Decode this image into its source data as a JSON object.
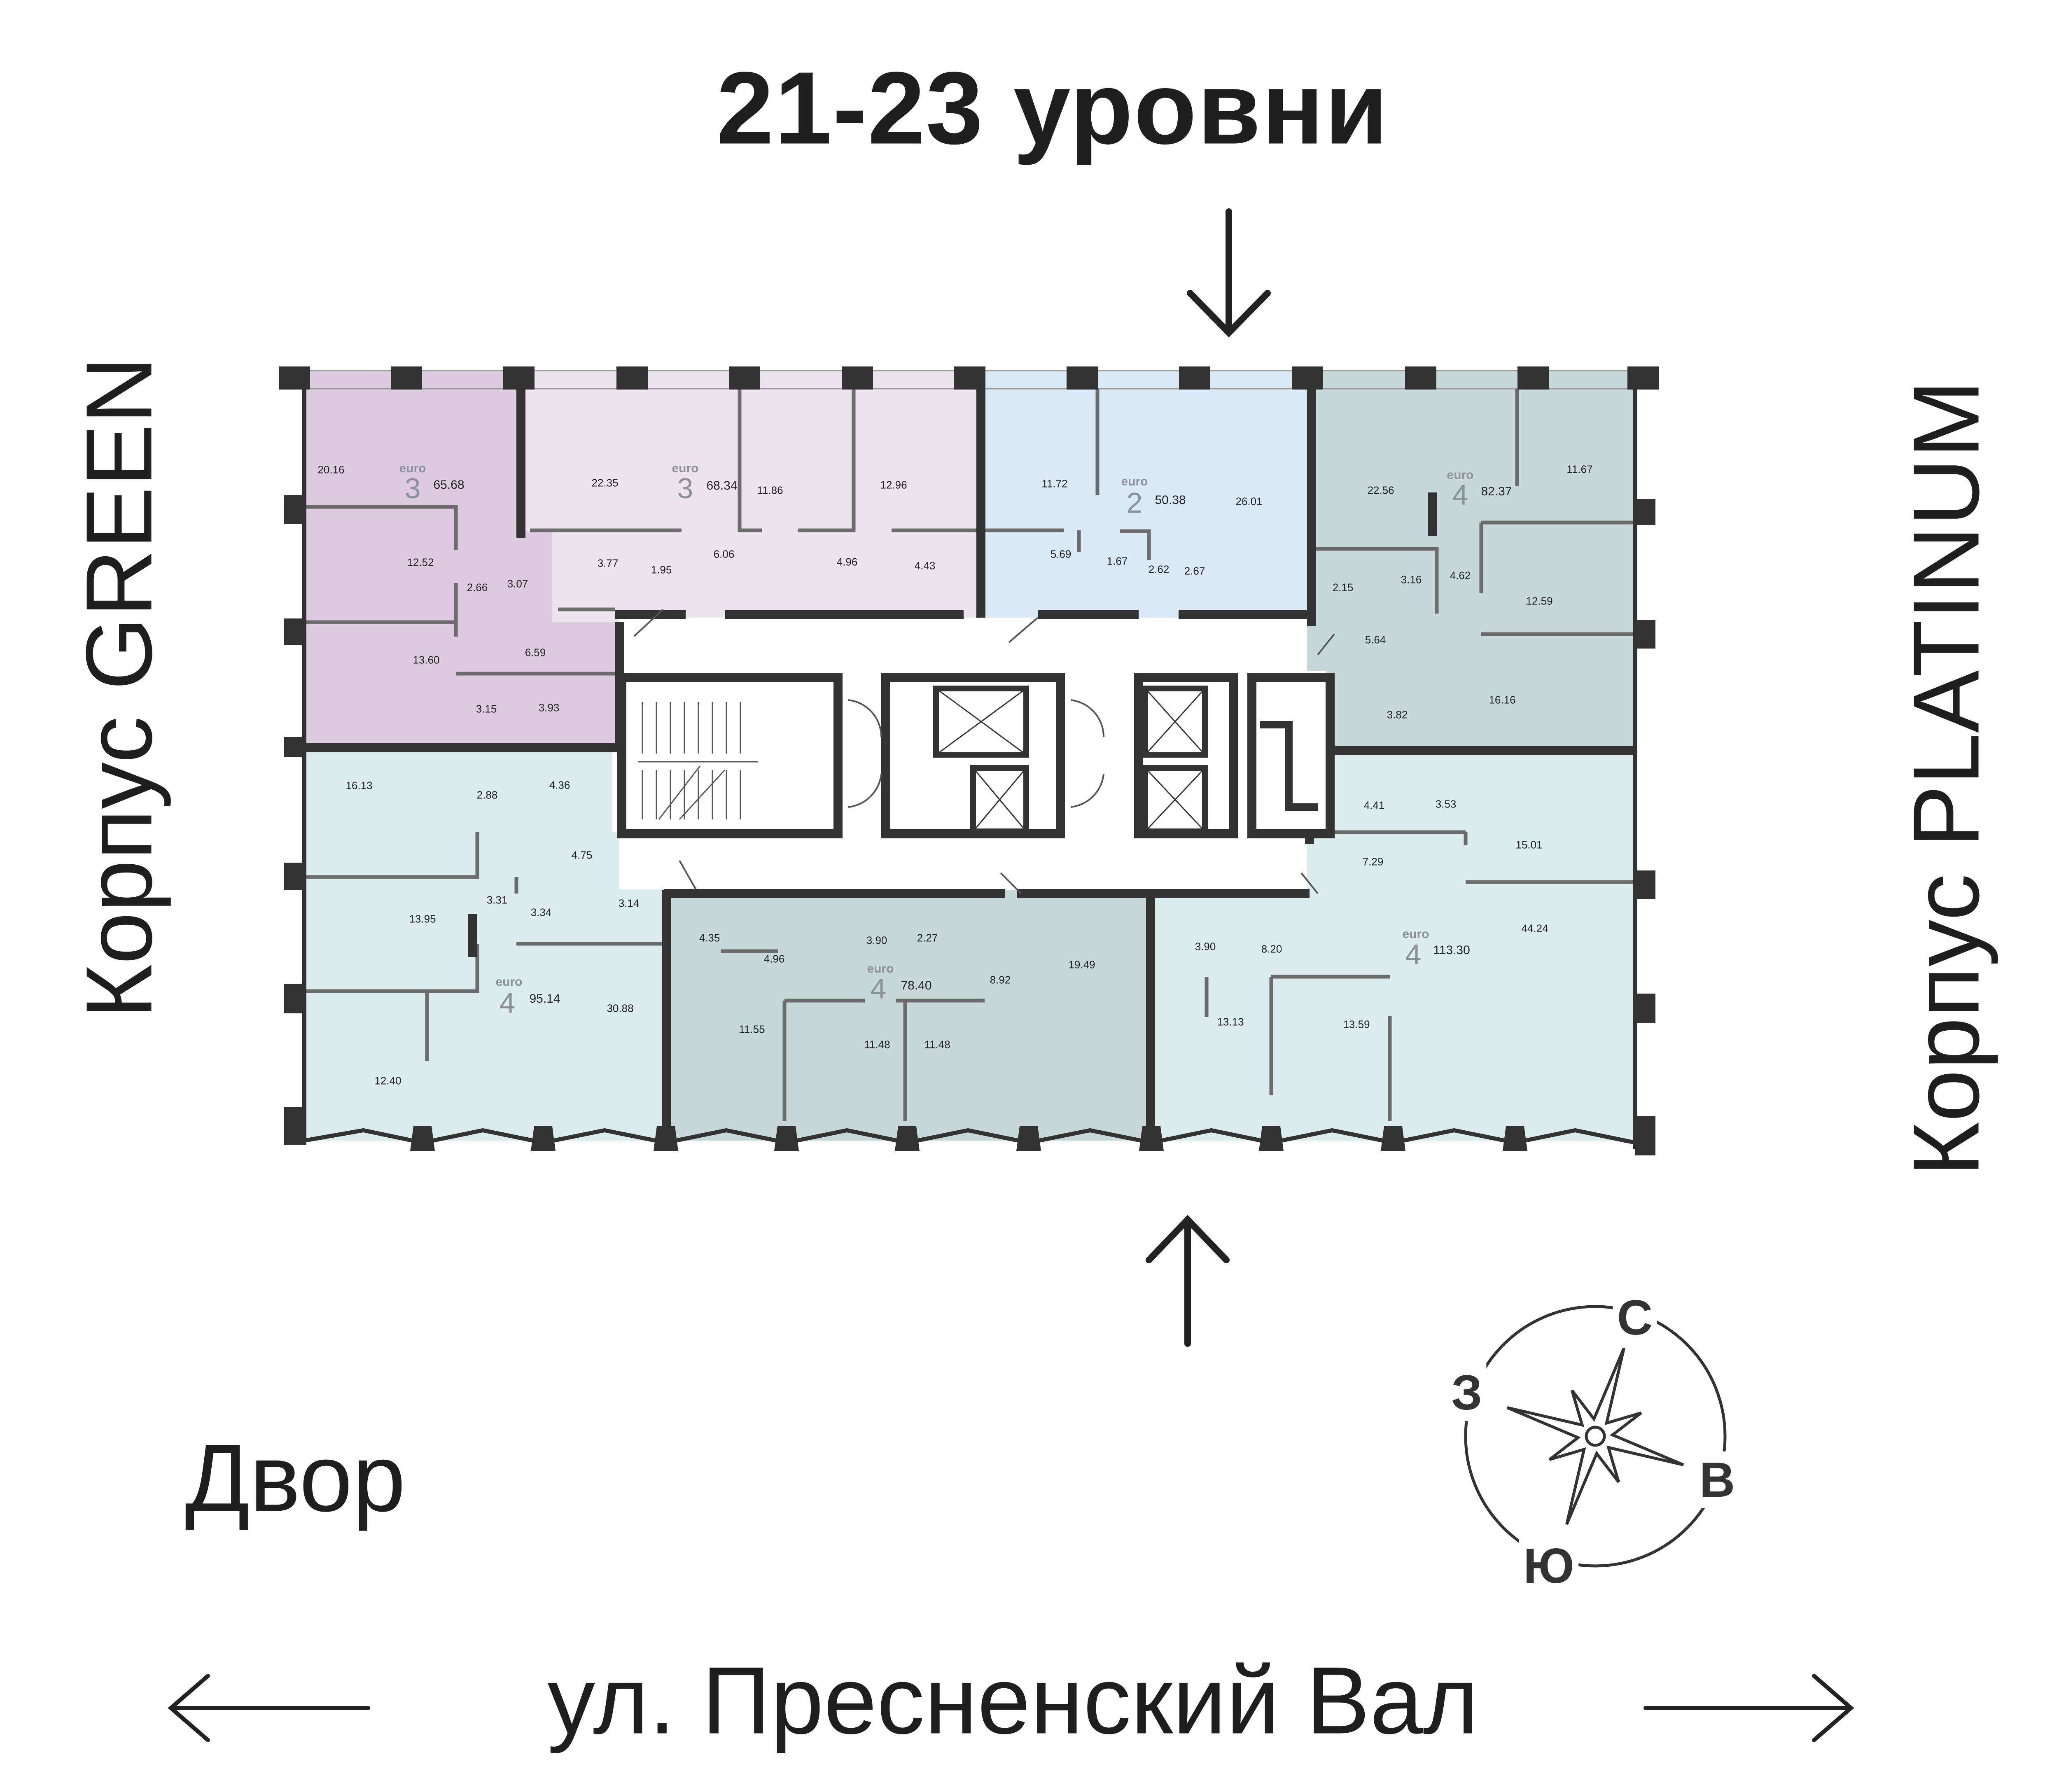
{
  "title": "21-23 уровни",
  "building_left": "Корпус GREEN",
  "building_right": "Корпус PLATINUM",
  "courtyard": "Двор",
  "street": "ул. Пресненский Вал",
  "compass": {
    "north": "С",
    "west": "З",
    "east": "В",
    "south": "Ю"
  },
  "apartments": [
    {
      "type": "euro",
      "rooms": "3",
      "total": "65.68",
      "color": "#dccbdf",
      "areas": [
        "20.16",
        "12.52",
        "2.66",
        "3.07",
        "13.60",
        "6.59",
        "3.15",
        "3.93"
      ]
    },
    {
      "type": "euro",
      "rooms": "3",
      "total": "68.34",
      "color": "#ede3ee",
      "areas": [
        "22.35",
        "11.86",
        "12.96",
        "3.77",
        "1.95",
        "6.06",
        "4.96",
        "4.43"
      ]
    },
    {
      "type": "euro",
      "rooms": "2",
      "total": "50.38",
      "color": "#d8e8f5",
      "areas": [
        "11.72",
        "26.01",
        "5.69",
        "1.67",
        "2.62",
        "2.67"
      ]
    },
    {
      "type": "euro",
      "rooms": "4",
      "total": "82.37",
      "color": "#c6d9d8",
      "areas": [
        "22.56",
        "11.67",
        "2.15",
        "3.16",
        "4.62",
        "12.59",
        "5.64",
        "16.16",
        "3.82"
      ]
    },
    {
      "type": "euro",
      "rooms": "4",
      "total": "113.30",
      "color": "#daeceb",
      "areas": [
        "4.41",
        "3.53",
        "15.01",
        "7.29",
        "44.24",
        "3.90",
        "8.20",
        "13.13",
        "13.59"
      ]
    },
    {
      "type": "euro",
      "rooms": "4",
      "total": "95.14",
      "color": "#daeceb",
      "areas": [
        "16.13",
        "2.88",
        "4.36",
        "4.75",
        "3.31",
        "3.34",
        "3.14",
        "13.95",
        "30.88",
        "12.40"
      ]
    },
    {
      "type": "euro",
      "rooms": "4",
      "total": "78.40",
      "color": "#c6d9d8",
      "areas": [
        "4.35",
        "4.96",
        "3.90",
        "2.27",
        "11.55",
        "11.48",
        "11.48",
        "8.92",
        "19.49"
      ]
    }
  ],
  "colors": {
    "wall": "#333333",
    "partition": "#6b6b6b",
    "text": "#1f1f1f",
    "muted": "#8b9099"
  }
}
